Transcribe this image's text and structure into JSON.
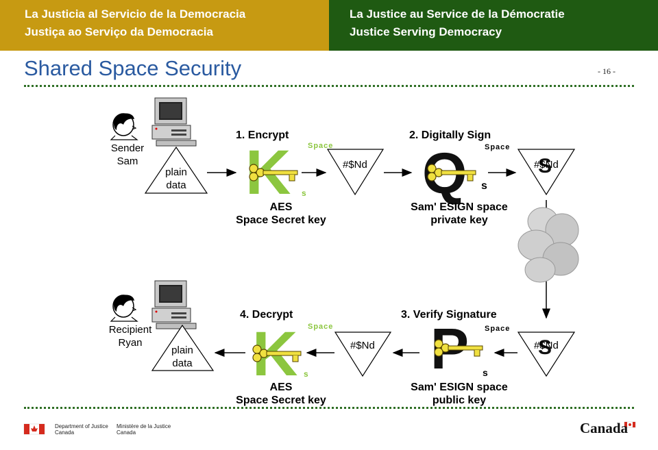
{
  "header": {
    "left_line1": "La Justicia al Servicio de la Democracia",
    "left_line2": "Justiça ao Serviço da Democracia",
    "right_line1": "La Justice au Service de la Démocratie",
    "right_line2": "Justice Serving Democracy"
  },
  "title": "Shared Space Security",
  "page_number": "- 16 -",
  "sender": {
    "line1": "Sender",
    "line2": "Sam"
  },
  "recipient": {
    "line1": "Recipient",
    "line2": "Ryan"
  },
  "plain_data": {
    "line1": "plain",
    "line2": "data"
  },
  "steps": {
    "encrypt": "1. Encrypt",
    "sign": "2. Digitally Sign",
    "verify": "3. Verify Signature",
    "decrypt": "4. Decrypt"
  },
  "keys": {
    "aes_line1": "AES",
    "aes_line2": "Space Secret key",
    "private_line1": "Sam' ESIGN space",
    "private_line2": "private key",
    "public_line1": "Sam' ESIGN space",
    "public_line2": "public key",
    "space": "Space",
    "sub_s": "s",
    "letter_k": "K",
    "letter_q": "Q",
    "letter_p": "P",
    "letter_s": "S"
  },
  "cipher_text": "#$Nd",
  "signed_text": "#$Nd",
  "footer": {
    "dept_en_1": "Department of Justice",
    "dept_en_2": "Canada",
    "dept_fr_1": "Ministère de la Justice",
    "dept_fr_2": "Canada",
    "wordmark": "Canada"
  },
  "colors": {
    "header_left": "#c79a12",
    "header_right": "#1f5a12",
    "title": "#2a5aa0",
    "key_green": "#8cc63f",
    "key_gold": "#f0e040",
    "flag_red": "#d52b1e"
  }
}
